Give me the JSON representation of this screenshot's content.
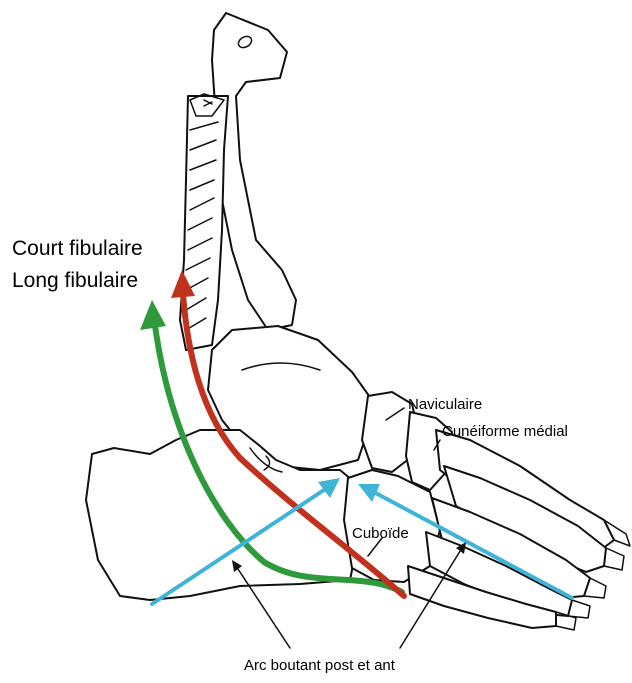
{
  "labels": {
    "court_fibulaire": "Court fibulaire",
    "long_fibulaire": "Long fibulaire",
    "naviculaire": "Naviculaire",
    "cuneiforme_medial": "Cunéiforme médial",
    "cuboide": "Cuboïde",
    "arc_boutant": "Arc boutant post et ant"
  },
  "colors": {
    "court_fibulaire_tendon": "#c0321e",
    "long_fibulaire_tendon": "#2e9a3c",
    "arc_boutant_arrows": "#3fb4d6",
    "outline": "#111111"
  }
}
